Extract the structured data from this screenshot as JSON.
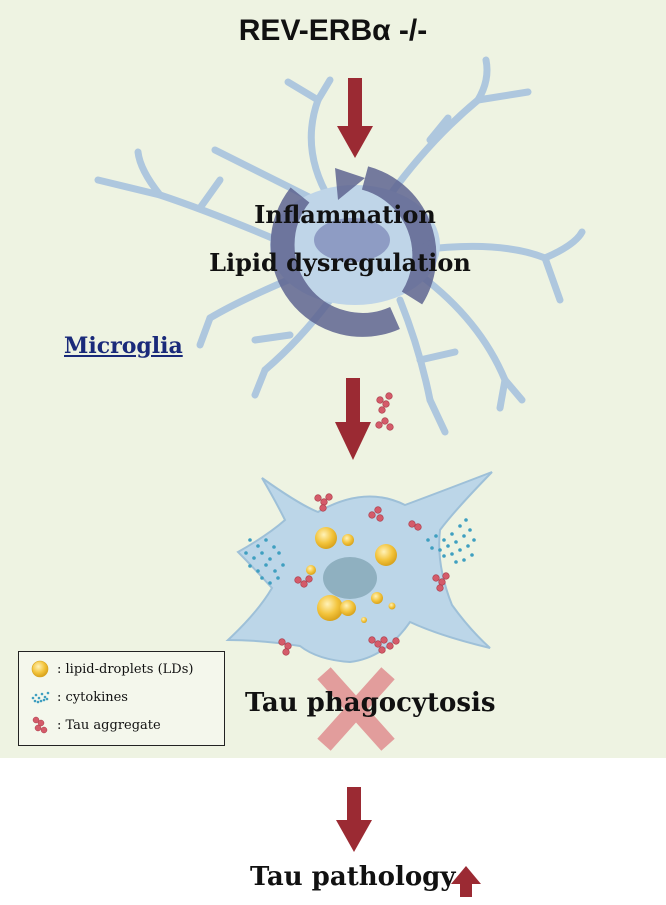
{
  "title": "REV-ERBα -/-",
  "cycle_labels": [
    "Inflammation",
    "Lipid dysregulation"
  ],
  "cell_label": "Microglia",
  "blocked_process": "Tau phagocytosis",
  "outcome": "Tau pathology",
  "legend": [
    {
      "icon": "lipid-droplet-icon",
      "text": ": lipid-droplets (LDs)"
    },
    {
      "icon": "cytokine-icon",
      "text": ": cytokines"
    },
    {
      "icon": "tau-aggregate-icon",
      "text": ": Tau aggregate"
    }
  ],
  "colors": {
    "panel": "#eef3e2",
    "arrow": "#9b2a33",
    "cell": "#bcd3e6",
    "cycle": "#5f6591",
    "lipid": "#f3c43c",
    "cytokine": "#3f9fc0",
    "tau": "#d45b6a",
    "cross": "#e08f90"
  }
}
